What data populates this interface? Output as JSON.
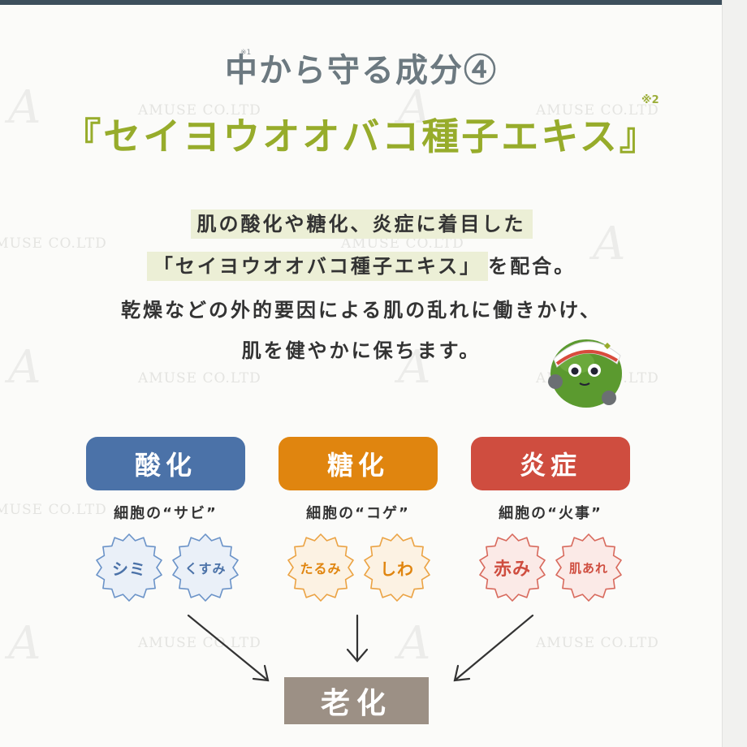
{
  "header": {
    "subtitle": "中から守る成分④",
    "subtitle_note": "※1",
    "title": "『セイヨウオオバコ種子エキス』",
    "title_note": "※2"
  },
  "body": {
    "line1": "肌の酸化や糖化、炎症に着目した",
    "line2_highlight": "「セイヨウオオバコ種子エキス」",
    "line2_rest": "を配合。",
    "line3": "乾燥などの外的要因による肌の乱れに働きかけ、",
    "line4": "肌を健やかに保ちます。"
  },
  "watermark": {
    "text": "AMUSE CO.LTD",
    "logo_letter": "A"
  },
  "categories": [
    {
      "label": "酸化",
      "sub": "細胞の“サビ”",
      "color": "#4b72a8",
      "badges": [
        {
          "label": "シミ",
          "stroke": "#6b93c8",
          "fill": "#eaf0f8",
          "text_color": "#4b72a8"
        },
        {
          "label": "くすみ",
          "stroke": "#6b93c8",
          "fill": "#eaf0f8",
          "text_color": "#4b72a8"
        }
      ]
    },
    {
      "label": "糖化",
      "sub": "細胞の“コゲ”",
      "color": "#e0850f",
      "badges": [
        {
          "label": "たるみ",
          "stroke": "#eba344",
          "fill": "#fcf2e3",
          "text_color": "#e0850f"
        },
        {
          "label": "しわ",
          "stroke": "#eba344",
          "fill": "#fcf2e3",
          "text_color": "#e0850f"
        }
      ]
    },
    {
      "label": "炎症",
      "sub": "細胞の“火事”",
      "color": "#cf4d3f",
      "badges": [
        {
          "label": "赤み",
          "stroke": "#d86a5d",
          "fill": "#fbeae7",
          "text_color": "#cf4d3f"
        },
        {
          "label": "肌あれ",
          "stroke": "#d86a5d",
          "fill": "#fbeae7",
          "text_color": "#cf4d3f"
        }
      ]
    }
  ],
  "result": {
    "label": "老化",
    "color": "#9c9085"
  },
  "mascot": {
    "icon": "green-ball-mascot-icon",
    "body_color": "#5b9a2f"
  }
}
